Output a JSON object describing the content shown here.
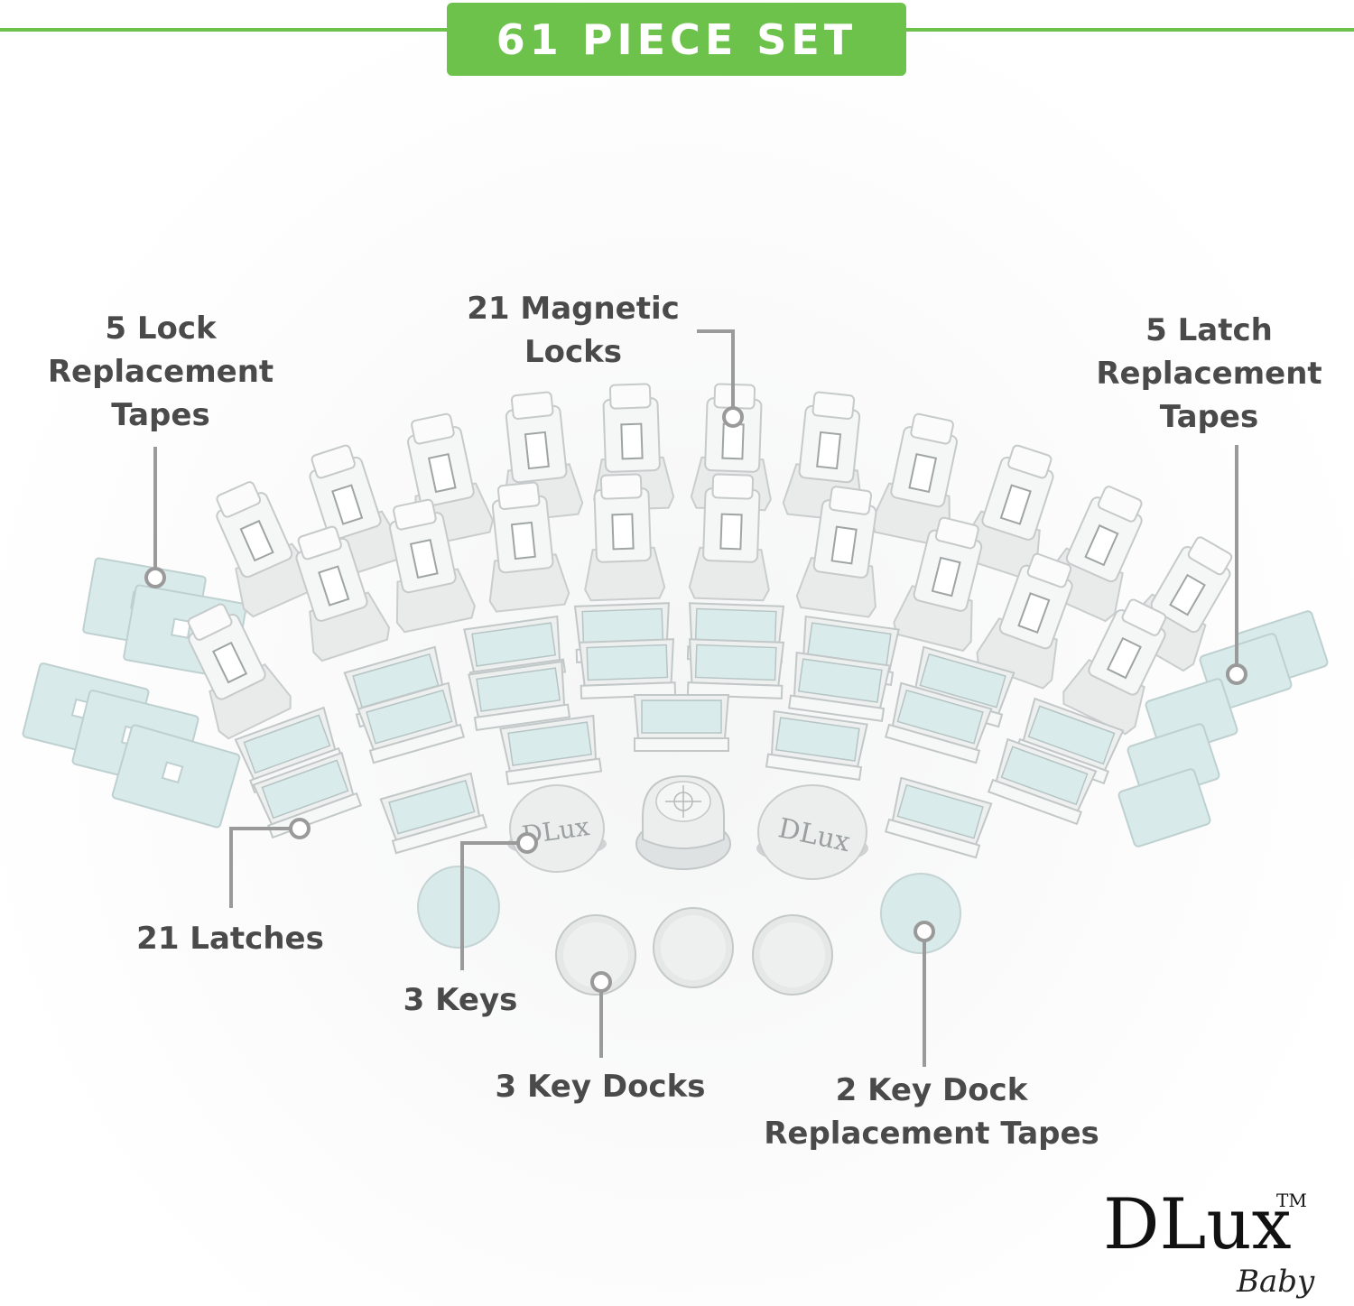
{
  "header": {
    "title": "61 PIECE SET"
  },
  "colors": {
    "accent_green": "#6cc24a",
    "label_gray": "#4a4a4a",
    "tape_blue": "#d9ebeb",
    "part_white": "#f2f3f3"
  },
  "labels": {
    "lock_tapes": [
      "5 Lock",
      "Replacement",
      "Tapes"
    ],
    "magnetic_locks": [
      "21 Magnetic",
      "Locks"
    ],
    "latch_tapes": [
      "5 Latch",
      "Replacement",
      "Tapes"
    ],
    "latches": "21 Latches",
    "keys": "3 Keys",
    "key_docks": "3 Key Docks",
    "key_dock_tapes": [
      "2 Key Dock",
      "Replacement Tapes"
    ]
  },
  "key_engraving": "DLux",
  "logo": {
    "brand": "DLux",
    "tm": "TM",
    "sub": "Baby"
  }
}
